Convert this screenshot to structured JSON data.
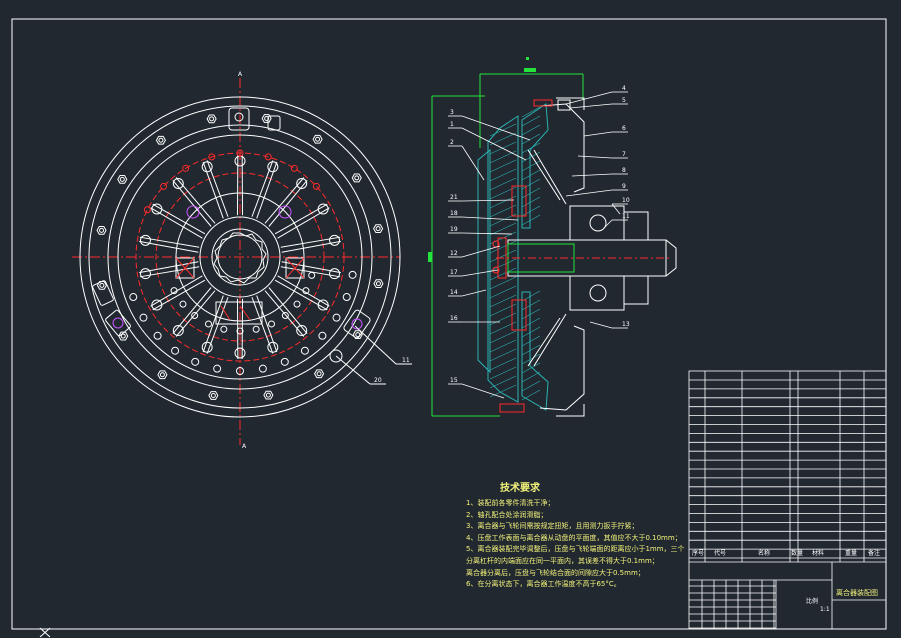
{
  "drawing": {
    "background": "#212830",
    "colors": {
      "outline": "#ffffff",
      "centerline": "#ff2a2a",
      "section_hatch": "#2bb3b3",
      "dimension": "#24e33a",
      "leader": "#ffffff",
      "accent": "#cc55ff",
      "text_yellow": "#f2f27a"
    },
    "section_marks": [
      "A",
      "A"
    ],
    "left_view_balloons": [
      "11",
      "20"
    ],
    "right_view_balloons_left": [
      "3",
      "1",
      "2",
      "21",
      "18",
      "19",
      "12",
      "17",
      "14",
      "16",
      "15"
    ],
    "right_view_balloons_right": [
      "4",
      "5",
      "6",
      "7",
      "8",
      "9",
      "10",
      "11",
      "13"
    ]
  },
  "tech_req": {
    "title": "技术要求",
    "items": [
      "1、装配前各零件清洗干净；",
      "2、轴孔配合处涂润滑脂；",
      "3、离合器与飞轮间需按规定扭矩，且用测力扳手拧紧；",
      "4、压盘工作表面与离合器从动盘的平面度，其值应不大于0.10mm；",
      "5、离合器装配完毕调整后，压盘与飞轮端面的距离应小于1mm，三个",
      "   分离杠杆的内端面应在同一平面内，其误差不得大于0.1mm；",
      "   离合器分离后，压盘与飞轮结合面的间隙应大于0.5mm；",
      "6、在分离状态下，离合器工作温度不高于65°C。"
    ]
  },
  "title_block": {
    "headers": [
      "序号",
      "代号",
      "名称",
      "数量",
      "材料",
      "重量",
      "备注"
    ],
    "drawing_title": "离合器装配图",
    "scale_label": "比例",
    "sheet_label": "1:1"
  }
}
